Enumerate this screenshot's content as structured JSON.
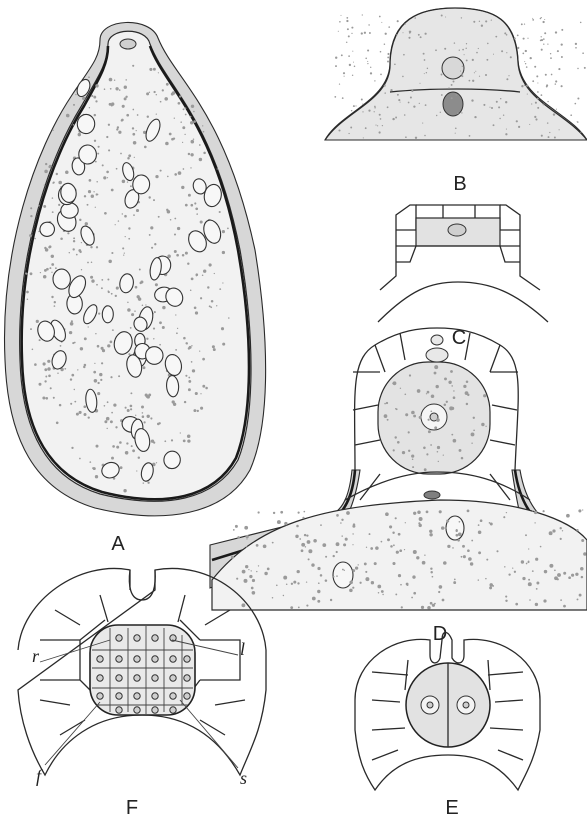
{
  "figure_labels": {
    "A": "A",
    "B": "B",
    "C": "C",
    "D": "D",
    "E": "E",
    "F": "F"
  },
  "lead_labels": {
    "r": "r",
    "l": "l",
    "f": "f",
    "s": "s"
  }
}
